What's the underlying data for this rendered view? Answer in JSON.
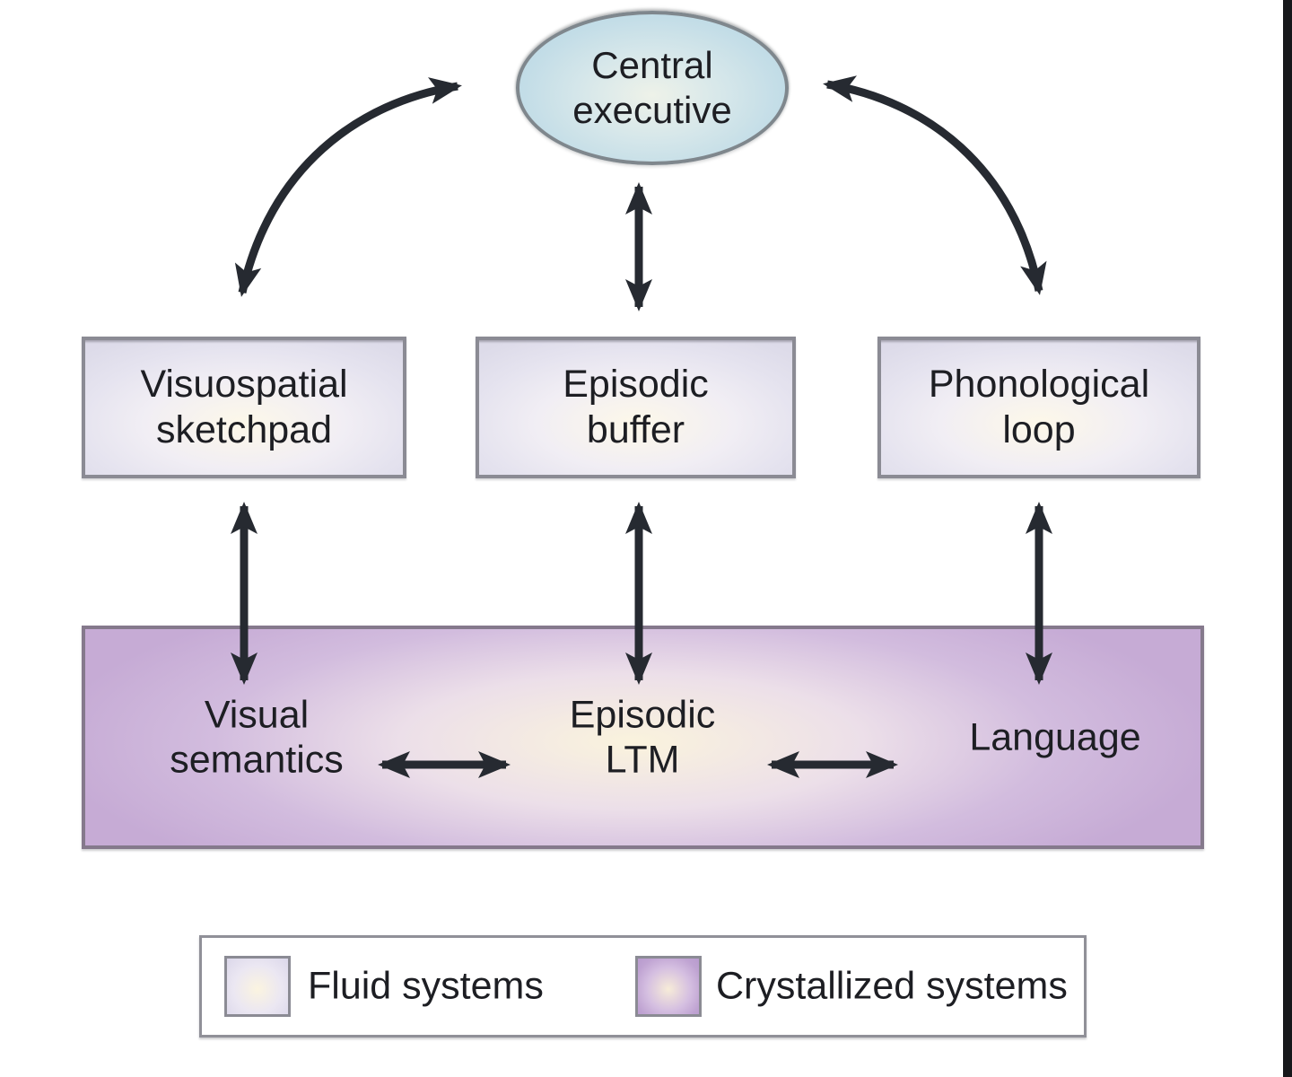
{
  "figure": {
    "title": "Working memory model diagram",
    "central_executive": "Central\nexecutive",
    "fluid_boxes": [
      "Visuospatial\nsketchpad",
      "Episodic\nbuffer",
      "Phonological\nloop"
    ],
    "crystallized_band": [
      "Visual\nsemantics",
      "Episodic\nLTM",
      "Language"
    ],
    "legend": [
      {
        "label": "Fluid systems",
        "swatch": "fluid-swatch"
      },
      {
        "label": "Crystallized systems",
        "swatch": "crystallized-swatch"
      }
    ],
    "colors": {
      "central_executive_fill": "#c3dde7",
      "fluid_fill": "#e5e3ef",
      "fluid_glow": "#fdf8e9",
      "crystallized_fill": "#c6abd5",
      "crystallized_glow": "#faf3dd",
      "border_gray": "#8b8b94",
      "arrow": "#262a31",
      "text": "#1d1e23",
      "background": "#ffffff",
      "right_edge_bar": "#17181b"
    }
  }
}
